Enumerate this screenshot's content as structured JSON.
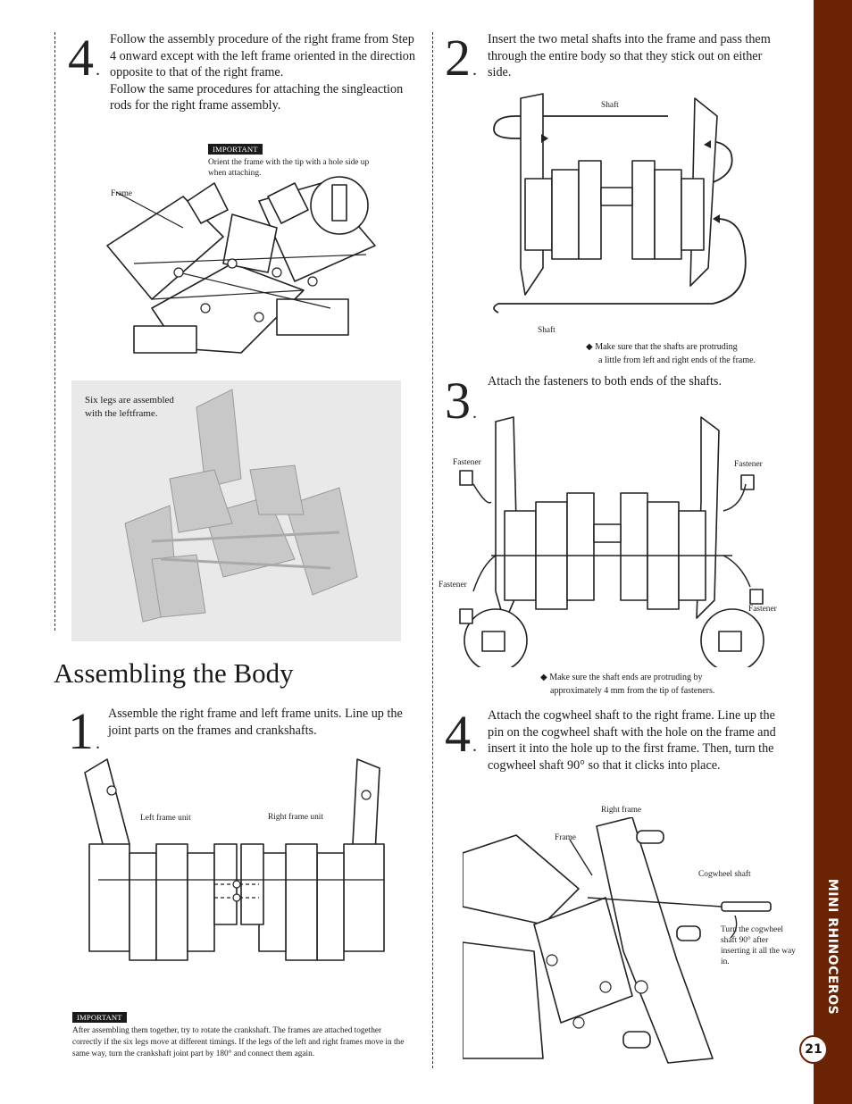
{
  "left": {
    "step4": {
      "number": "4",
      "text": "Follow the assembly procedure of the right frame from Step 4 onward except with the left frame oriented in the direction opposite to that of the right frame.",
      "text2": "Follow the same procedures for attaching the singleaction rods for the right frame assembly.",
      "important_badge": "IMPORTANT",
      "important_text": "Orient the frame with the tip with a hole side up when attaching.",
      "frame_label": "Frame"
    },
    "photo_caption": "Six legs are assembled with the leftframe.",
    "section_title": "Assembling the Body",
    "step1": {
      "number": "1",
      "text": "Assemble the right frame and left frame units. Line up the joint parts on the frames and crankshafts.",
      "left_unit_label": "Left frame unit",
      "right_unit_label": "Right frame unit",
      "important_badge": "IMPORTANT",
      "important_text": "After assembling them together, try to rotate the crankshaft. The frames are attached together correctly if the six legs move at different timings. If the legs of the left and right frames move in the same way, turn the crankshaft joint part by 180° and connect them again."
    }
  },
  "right": {
    "step2": {
      "number": "2",
      "text": "Insert the two metal shafts into the frame and pass them through the entire body so that they stick out on either side.",
      "shaft_top": "Shaft",
      "shaft_bottom": "Shaft",
      "note": "◆ Make sure that the shafts are protruding",
      "note2": "a little from left and right ends of the frame."
    },
    "step3": {
      "number": "3",
      "text": "Attach the fasteners to both ends of the shafts.",
      "fastener_tl": "Fastener",
      "fastener_tr": "Fastener",
      "fastener_bl": "Fastener",
      "fastener_br": "Fastener",
      "note": "◆ Make sure the shaft ends are protruding by",
      "note2": "approximately 4 mm from the tip of fasteners."
    },
    "step4": {
      "number": "4",
      "text": "Attach the cogwheel shaft to the right frame. Line up the pin on the cogwheel shaft with the hole on the frame and insert it into the hole up to the first frame. Then, turn the cogwheel shaft 90° so that it clicks into place.",
      "right_frame_label": "Right frame",
      "frame_label": "Frame",
      "cog_label": "Cogwheel shaft",
      "turn_note": "Turn the cogwheel shaft 90° after inserting it all the way in."
    }
  },
  "sidebar": {
    "title": "MINI RHINOCEROS",
    "page_number": "21"
  }
}
